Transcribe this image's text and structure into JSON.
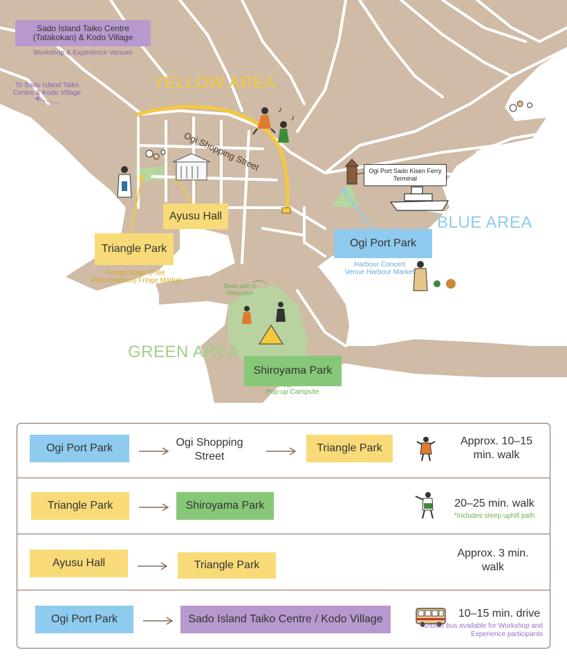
{
  "map": {
    "legend": {
      "title": "Sado Island Taiko Centre (Tatakokan) & Kodo Village",
      "subtitle": "Workshop & Experience Venues"
    },
    "direction_note": "To Sado Island Taiko Centre & Kodo Village",
    "areas": {
      "yellow": "YELLOW AREA",
      "blue": "BLUE AREA",
      "green": "GREEN AREA"
    },
    "street": "Ogi Shopping Street",
    "ferry_terminal": "Ogi Port Sado Kisen Ferry Terminal",
    "venues": {
      "ayusu_hall": "Ayusu Hall",
      "triangle_park": "Triangle Park",
      "triangle_park_note": "Fringe Stage (Free Performances) Fringe Market",
      "ogi_port_park": "Ogi Port Park",
      "ogi_port_park_note": "Harbour Concert Venue Harbour Market",
      "shiroyama_park": "Shiroyama Park",
      "shiroyama_park_note": "Pop-up Campsite",
      "steep_path_note": "Steep path to hilltop park"
    },
    "colors": {
      "land": "#cfbba6",
      "road": "#ffffff",
      "sea": "#ffffff",
      "yellow": "#f8db78",
      "blue": "#8ecbef",
      "green": "#86c877",
      "purple": "#b899cf"
    }
  },
  "routes": [
    {
      "from": "Ogi Port Park",
      "via": "Ogi Shopping Street",
      "to": "Triangle Park",
      "time": "Approx. 10–15 min. walk",
      "icon": "walker-icon"
    },
    {
      "from": "Triangle Park",
      "to": "Shiroyama Park",
      "time": "20–25 min. walk",
      "note": "*Includes steep uphill path",
      "icon": "hiker-icon"
    },
    {
      "from": "Ayusu Hall",
      "to": "Triangle Park",
      "time": "Approx. 3 min. walk"
    },
    {
      "from": "Ogi Port Park",
      "to": "Sado Island Taiko Centre / Kodo Village",
      "time": "10–15 min. drive",
      "note": "*Shuttle bus available for Workshop and Experience participants",
      "icon": "bus-icon"
    }
  ]
}
